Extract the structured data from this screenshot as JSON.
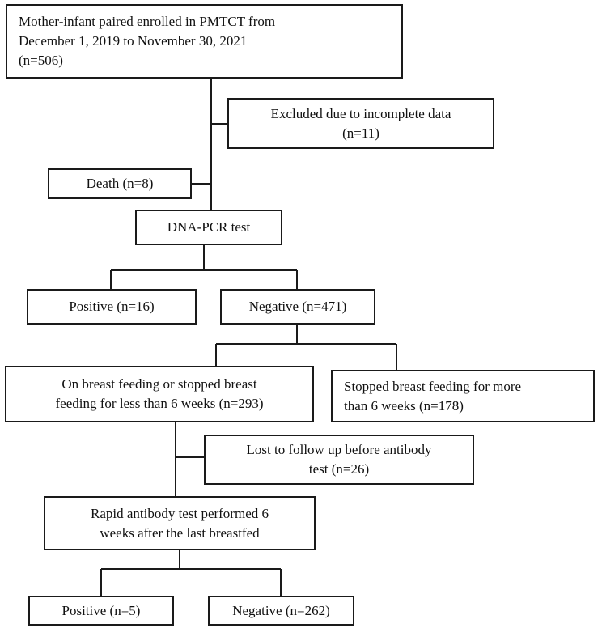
{
  "flowchart": {
    "enrolled": {
      "line1": "Mother-infant paired enrolled in PMTCT from",
      "line2": "December 1, 2019 to November 30, 2021",
      "line3": "(n=506)"
    },
    "excluded": {
      "line1": "Excluded due to incomplete data",
      "line2": "(n=11)"
    },
    "death": {
      "line1": "Death (n=8)"
    },
    "dna_pcr": {
      "line1": "DNA-PCR test"
    },
    "pcr_positive": {
      "line1": "Positive (n=16)"
    },
    "pcr_negative": {
      "line1": "Negative (n=471)"
    },
    "breastfeeding": {
      "line1": "On breast feeding or stopped breast",
      "line2": "feeding for less than 6 weeks (n=293)"
    },
    "stopped": {
      "line1": "Stopped breast feeding for more",
      "line2": "than 6 weeks (n=178)"
    },
    "lost": {
      "line1": "Lost to follow up before antibody",
      "line2": "test (n=26)"
    },
    "rapid": {
      "line1": "Rapid antibody test performed 6",
      "line2": "weeks after the last breastfed"
    },
    "ab_positive": {
      "line1": "Positive (n=5)"
    },
    "ab_negative": {
      "line1": "Negative (n=262)"
    }
  },
  "colors": {
    "line": "#1a1a1a",
    "box_border": "#1a1a1a",
    "background": "#ffffff"
  }
}
